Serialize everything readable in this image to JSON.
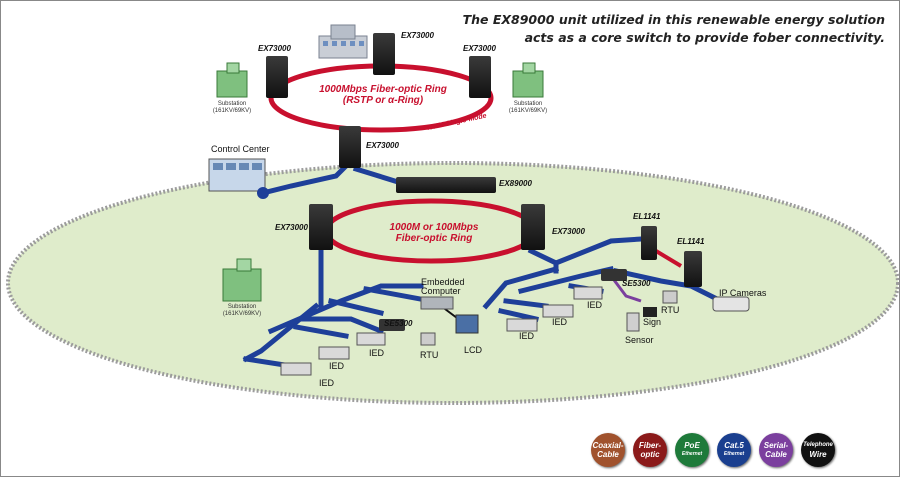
{
  "headline": {
    "line1": "The EX89000 unit utilized in this renewable energy solution",
    "line2": "acts as a core switch to provide fober connectivity."
  },
  "top_ring": {
    "line1": "1000Mbps Fiber-optic Ring",
    "line2": "(RSTP or α-Ring)",
    "distance": "40KM Single-Mode"
  },
  "lower_ring": {
    "line1": "1000M or 100Mbps",
    "line2": "Fiber-optic Ring"
  },
  "devices": {
    "ex73000": "EX73000",
    "ex89000": "EX89000",
    "el1141": "EL1141",
    "se5300": "SE5300"
  },
  "sites": {
    "substation": "Substation",
    "substation_kv": "(161KV/69KV)",
    "control_center": "Control Center",
    "embedded_computer_l1": "Embedded",
    "embedded_computer_l2": "Computer",
    "ied": "IED",
    "rtu": "RTU",
    "lcd": "LCD",
    "sign": "Sign",
    "sensor": "Sensor",
    "ip_cameras": "IP Cameras"
  },
  "legend": [
    {
      "line1": "Coaxial-",
      "line2": "Cable",
      "color": "#a0522d"
    },
    {
      "line1": "Fiber-",
      "line2": "optic",
      "color": "#8b1a1a"
    },
    {
      "line1": "PoE",
      "line2": "Ethernet",
      "color": "#1e7a3a"
    },
    {
      "line1": "Cat.5",
      "line2": "Ethernet",
      "color": "#1a3f8f"
    },
    {
      "line1": "Serial-",
      "line2": "Cable",
      "color": "#7b3f9e"
    },
    {
      "line1": "Telephone",
      "line2": "Wire",
      "color": "#111111"
    }
  ],
  "colors": {
    "fiber": "#c8102e",
    "ethernet": "#1e3f99",
    "ground": "#dfeccb"
  }
}
